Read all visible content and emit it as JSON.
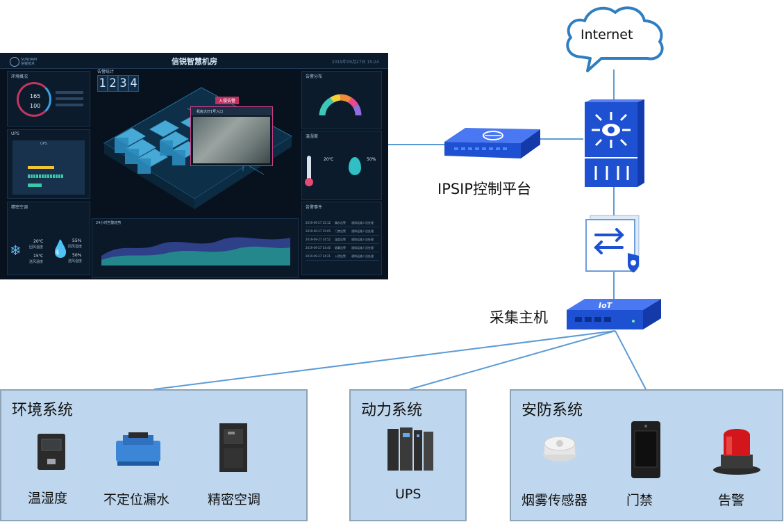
{
  "diagram": {
    "internet_label": "Internet",
    "platform_label": "IPSIP控制平台",
    "collector_label": "采集主机",
    "iot_badge": "IoT",
    "systems": [
      {
        "title": "环境系统",
        "devices": [
          {
            "label": "温湿度",
            "icon": "temperature-humidity-sensor-icon"
          },
          {
            "label": "不定位漏水",
            "icon": "water-leak-detector-icon"
          },
          {
            "label": "精密空调",
            "icon": "precision-air-conditioner-icon"
          }
        ]
      },
      {
        "title": "动力系统",
        "devices": [
          {
            "label": "UPS",
            "icon": "ups-icon"
          }
        ]
      },
      {
        "title": "安防系统",
        "devices": [
          {
            "label": "烟雾传感器",
            "icon": "smoke-sensor-icon"
          },
          {
            "label": "门禁",
            "icon": "access-control-terminal-icon"
          },
          {
            "label": "告警",
            "icon": "alarm-light-icon"
          }
        ]
      }
    ],
    "node_icons": [
      "cloud-icon",
      "core-switch-icon",
      "firewall-icon",
      "platform-server-icon",
      "iot-gateway-icon"
    ],
    "colors": {
      "line": "#5b9bd5",
      "box_fill": "#bfd7ee",
      "box_border": "#8ea3b6",
      "device_blue": "#1e50d2",
      "dashboard_bg": "#08121e",
      "alarm": "#c12f63"
    }
  },
  "dashboard": {
    "title": "信锐智慧机房",
    "datetime": "2019年09月27日 15:24",
    "logo_text": "SUNDRAY 信锐技术",
    "counter_digits": [
      "1",
      "2",
      "3",
      "4"
    ],
    "ring_values": {
      "top_value": "165",
      "bottom_value": "100"
    },
    "alarm_tag": "入侵告警",
    "video_title": "机房大厅1号入口",
    "env_stats": [
      {
        "value": "20℃",
        "label": "回风温度"
      },
      {
        "value": "55%",
        "label": "回风湿度"
      },
      {
        "value": "15℃",
        "label": "送风温度"
      },
      {
        "value": "50%",
        "label": "送风湿度"
      }
    ],
    "gauge_values": {
      "temperature": "20℃",
      "humidity": "50%"
    },
    "panel_titles": {
      "left_top": "环境概况",
      "ups": "UPS",
      "left_bottom": "精密空调",
      "counter": "告警统计",
      "right_top": "告警分布",
      "right_mid": "温湿度",
      "right_bottom": "告警事件",
      "chart": "24小时告警趋势"
    },
    "ups_title": "UPS",
    "table_rows": [
      [
        "2019-09-27 15:12",
        "漏水告警",
        "通知运维人员处理"
      ],
      [
        "2019-09-27 15:05",
        "门禁告警",
        "通知运维人员处理"
      ],
      [
        "2019-09-27 14:52",
        "温度告警",
        "通知运维人员处理"
      ],
      [
        "2019-09-27 14:40",
        "烟雾告警",
        "通知运维人员处理"
      ],
      [
        "2019-09-27 14:21",
        "入侵告警",
        "通知运维人员处理"
      ]
    ]
  }
}
